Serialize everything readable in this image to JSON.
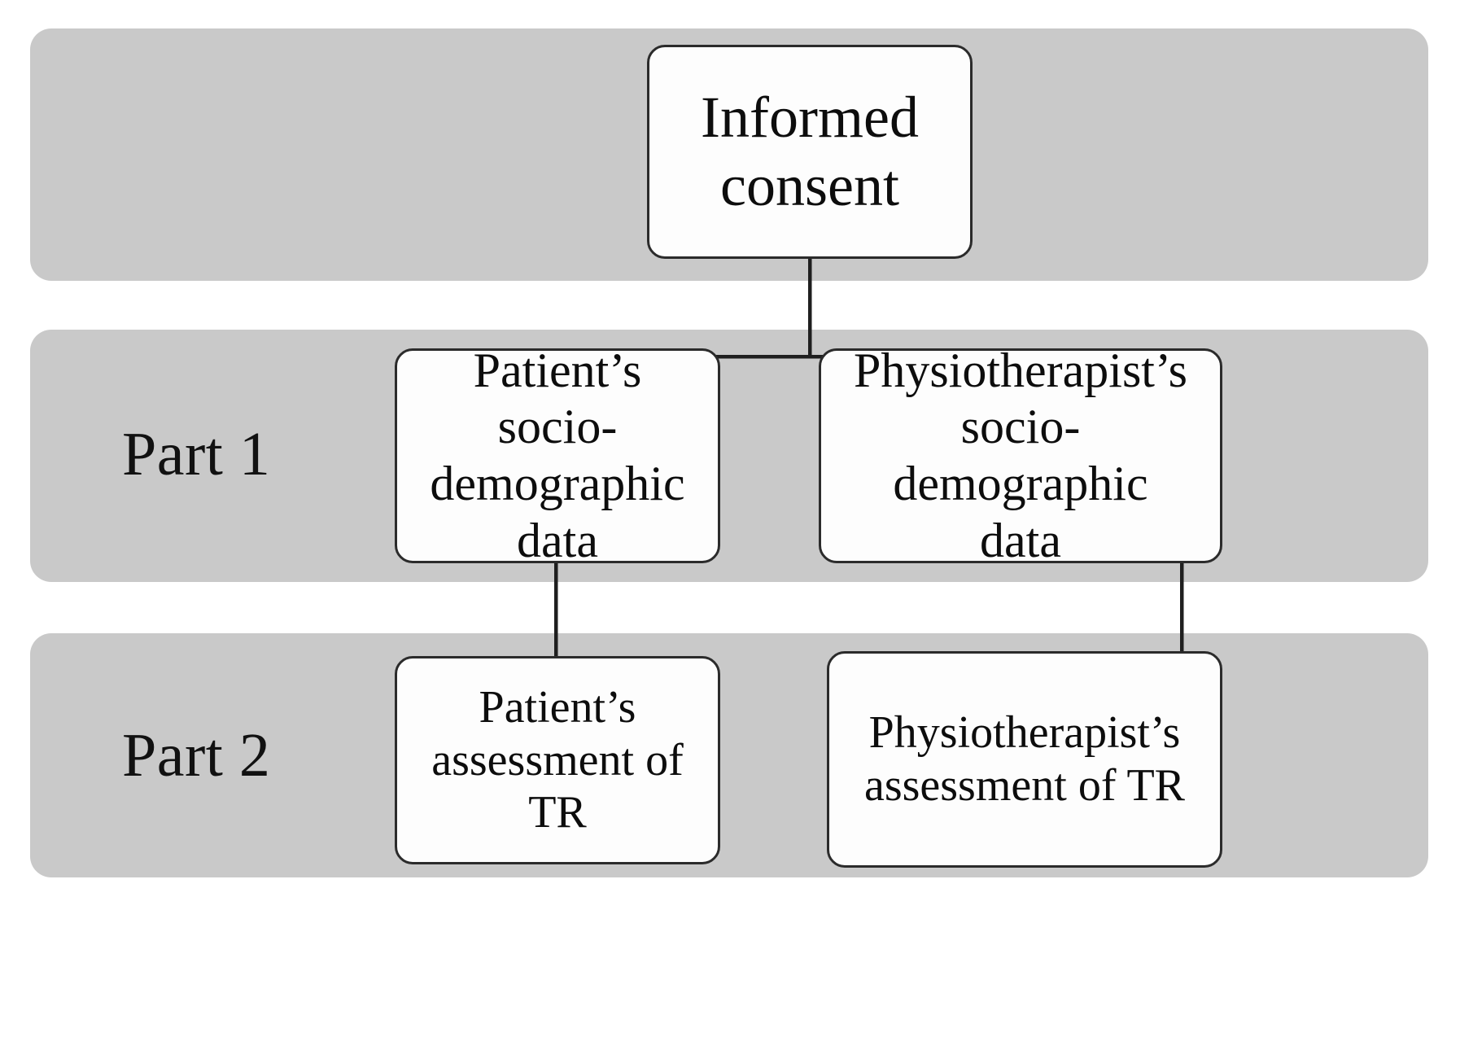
{
  "diagram": {
    "type": "flowchart",
    "title": "Study questionnaire structure flowchart",
    "colors": {
      "band_background": "#c9c9c9",
      "node_background": "#fdfdfd",
      "node_border": "#2b2b2b",
      "text": "#0d0d0d",
      "connector": "#1f1f1f",
      "page_background": "#ffffff"
    },
    "bands": [
      {
        "id": "band-1",
        "label": ""
      },
      {
        "id": "band-2",
        "label": "Part 1"
      },
      {
        "id": "band-3",
        "label": "Part 2"
      }
    ],
    "nodes": [
      {
        "id": "informed-consent",
        "text": "Informed consent",
        "lines": [
          "Informed",
          "consent"
        ]
      },
      {
        "id": "patient-socio-demographic-data",
        "text": "Patient’s socio-demographic data",
        "lines": [
          "Patient’s",
          "socio-",
          "demographic",
          "data"
        ]
      },
      {
        "id": "physiotherapist-socio-demographic-data",
        "text": "Physiotherapist’s socio-demographic data",
        "lines": [
          "Physiotherapist’s",
          "socio-",
          "demographic",
          "data"
        ]
      },
      {
        "id": "patient-assessment-of-tr",
        "text": "Patient’s assessment of TR",
        "lines": [
          "Patient’s",
          "assessment of",
          "TR"
        ]
      },
      {
        "id": "physiotherapist-assessment-of-tr",
        "text": "Physiotherapist’s assessment of TR",
        "lines": [
          "Physiotherapist’s",
          "assessment of TR"
        ]
      }
    ],
    "edges": [
      {
        "from": "informed-consent",
        "to": "patient-socio-demographic-data"
      },
      {
        "from": "informed-consent",
        "to": "physiotherapist-socio-demographic-data"
      },
      {
        "from": "patient-socio-demographic-data",
        "to": "patient-assessment-of-tr"
      },
      {
        "from": "physiotherapist-socio-demographic-data",
        "to": "physiotherapist-assessment-of-tr"
      }
    ]
  }
}
